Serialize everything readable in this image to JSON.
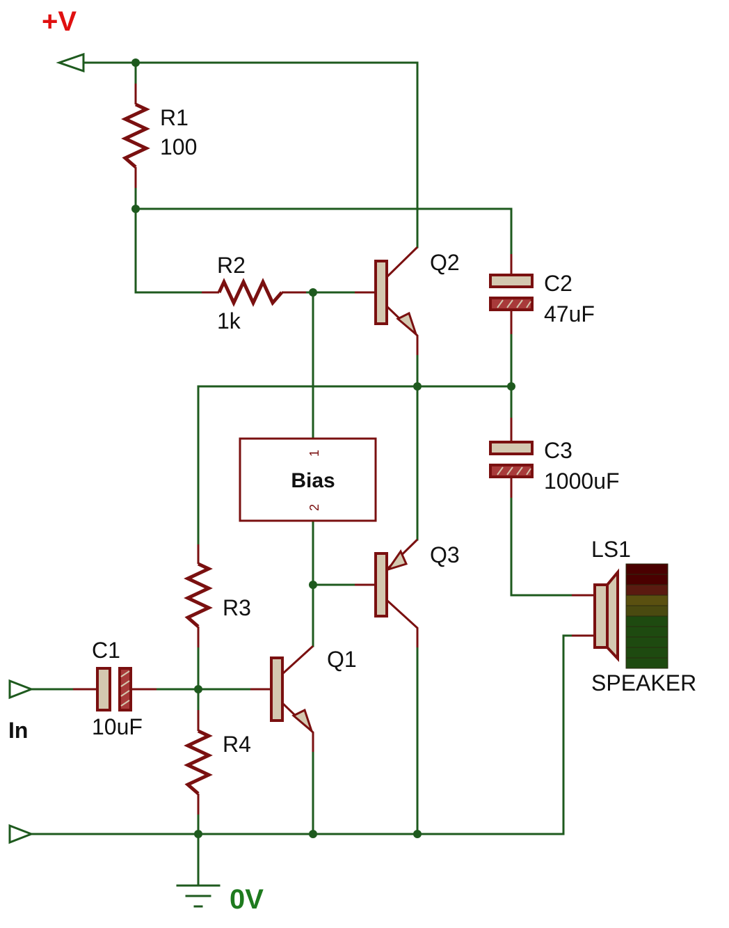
{
  "rails": {
    "supply_label": "+V",
    "ground_label": "0V",
    "input_label": "In"
  },
  "components": {
    "R1": {
      "ref": "R1",
      "value": "100"
    },
    "R2": {
      "ref": "R2",
      "value": "1k"
    },
    "R3": {
      "ref": "R3"
    },
    "R4": {
      "ref": "R4"
    },
    "C1": {
      "ref": "C1",
      "value": "10uF"
    },
    "C2": {
      "ref": "C2",
      "value": "47uF"
    },
    "C3": {
      "ref": "C3",
      "value": "1000uF"
    },
    "Q1": {
      "ref": "Q1"
    },
    "Q2": {
      "ref": "Q2"
    },
    "Q3": {
      "ref": "Q3"
    },
    "LS1": {
      "ref": "LS1",
      "value": "SPEAKER"
    },
    "bias": {
      "label": "Bias",
      "pin1": "1",
      "pin2": "2"
    }
  },
  "colors": {
    "wire": "#1e5a1e",
    "component": "#7a1010",
    "component_fill": "#d4c8b0",
    "supply_label": "#e01010",
    "ground_label": "#1e7a1e",
    "speaker_meter": [
      "#4a0000",
      "#4a0000",
      "#5a1a10",
      "#5a5010",
      "#4a4a10",
      "#1e4a10",
      "#1e4a10",
      "#1e4a10",
      "#1e4a10",
      "#1e4a10"
    ]
  }
}
